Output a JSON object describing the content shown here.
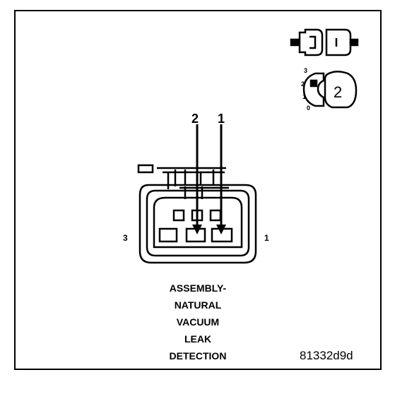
{
  "pin_labels": {
    "pin2": "2",
    "pin1": "1",
    "side_left": "3",
    "side_right": "1"
  },
  "position_icon": {
    "scale": [
      "3",
      "2",
      "1",
      "0"
    ],
    "number": "2"
  },
  "caption_lines": [
    "ASSEMBLY-",
    "NATURAL",
    "VACUUM",
    "LEAK",
    "DETECTION"
  ],
  "figure_code": "81332d9d",
  "colors": {
    "ink": "#000000",
    "paper": "#ffffff"
  }
}
